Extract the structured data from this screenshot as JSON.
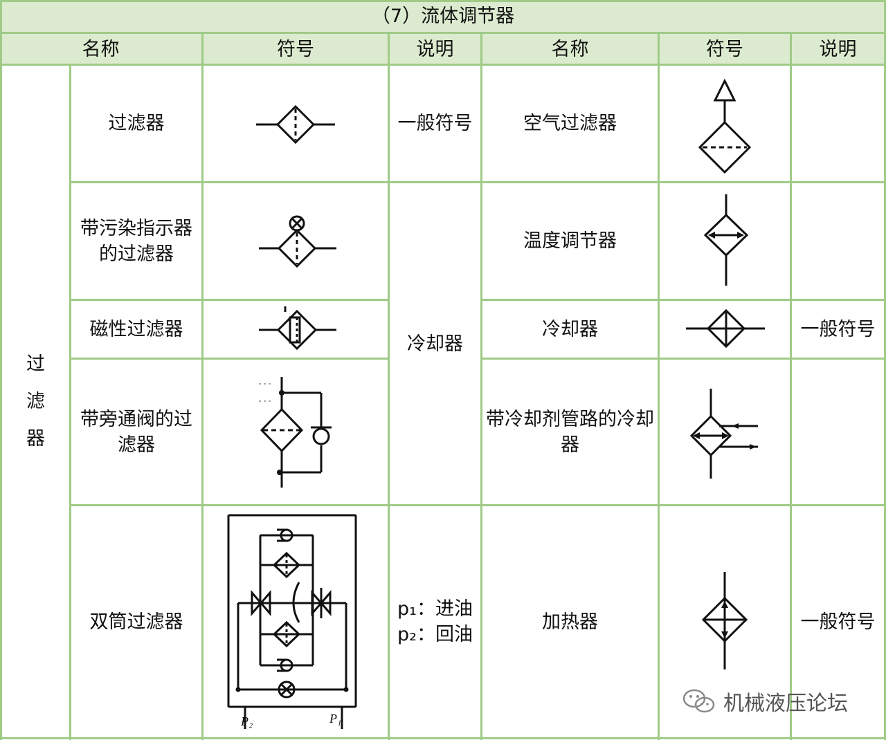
{
  "title": "（7）流体调节器",
  "headers": {
    "name_left": "名称",
    "symbol_left": "符号",
    "desc_left": "说明",
    "name_right": "名称",
    "symbol_right": "符号",
    "desc_right": "说明"
  },
  "category": [
    "过",
    "滤",
    "器"
  ],
  "left_rows": [
    {
      "name": "过滤器",
      "desc": "一般符号"
    },
    {
      "name": "带污染指示器的过滤器"
    },
    {
      "name": "磁性过滤器"
    },
    {
      "name": "带旁通阀的过滤器"
    },
    {
      "name": "双筒过滤器",
      "desc_line1": "p₁：进油",
      "desc_line2": "p₂：回油"
    }
  ],
  "merged_desc": "冷却器",
  "right_rows": [
    {
      "name": "空气过滤器",
      "desc": ""
    },
    {
      "name": "温度调节器",
      "desc": ""
    },
    {
      "name": "冷却器",
      "desc": "一般符号"
    },
    {
      "name": "带冷却剂管路的冷却器",
      "desc": ""
    },
    {
      "name": "加热器",
      "desc": "一般符号"
    }
  ],
  "symbol_labels": {
    "p2": "P₂",
    "p1": "P₁"
  },
  "watermark": "机械液压论坛",
  "colors": {
    "header_bg": "#dcebcf",
    "grid_line": "#9fcb86",
    "ink": "#111111"
  }
}
